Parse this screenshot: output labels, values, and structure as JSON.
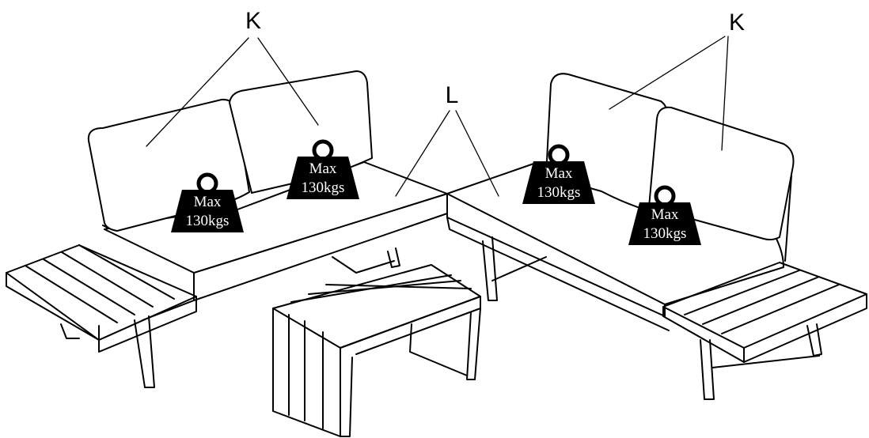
{
  "labels": {
    "k_left": "K",
    "k_right": "K",
    "l_center": "L"
  },
  "weights": [
    {
      "line1": "Max",
      "line2": "130kgs"
    },
    {
      "line1": "Max",
      "line2": "130kgs"
    },
    {
      "line1": "Max",
      "line2": "130kgs"
    },
    {
      "line1": "Max",
      "line2": "130kgs"
    }
  ],
  "colors": {
    "line": "#000000",
    "weight_fill": "#000000",
    "weight_text": "#ffffff"
  }
}
